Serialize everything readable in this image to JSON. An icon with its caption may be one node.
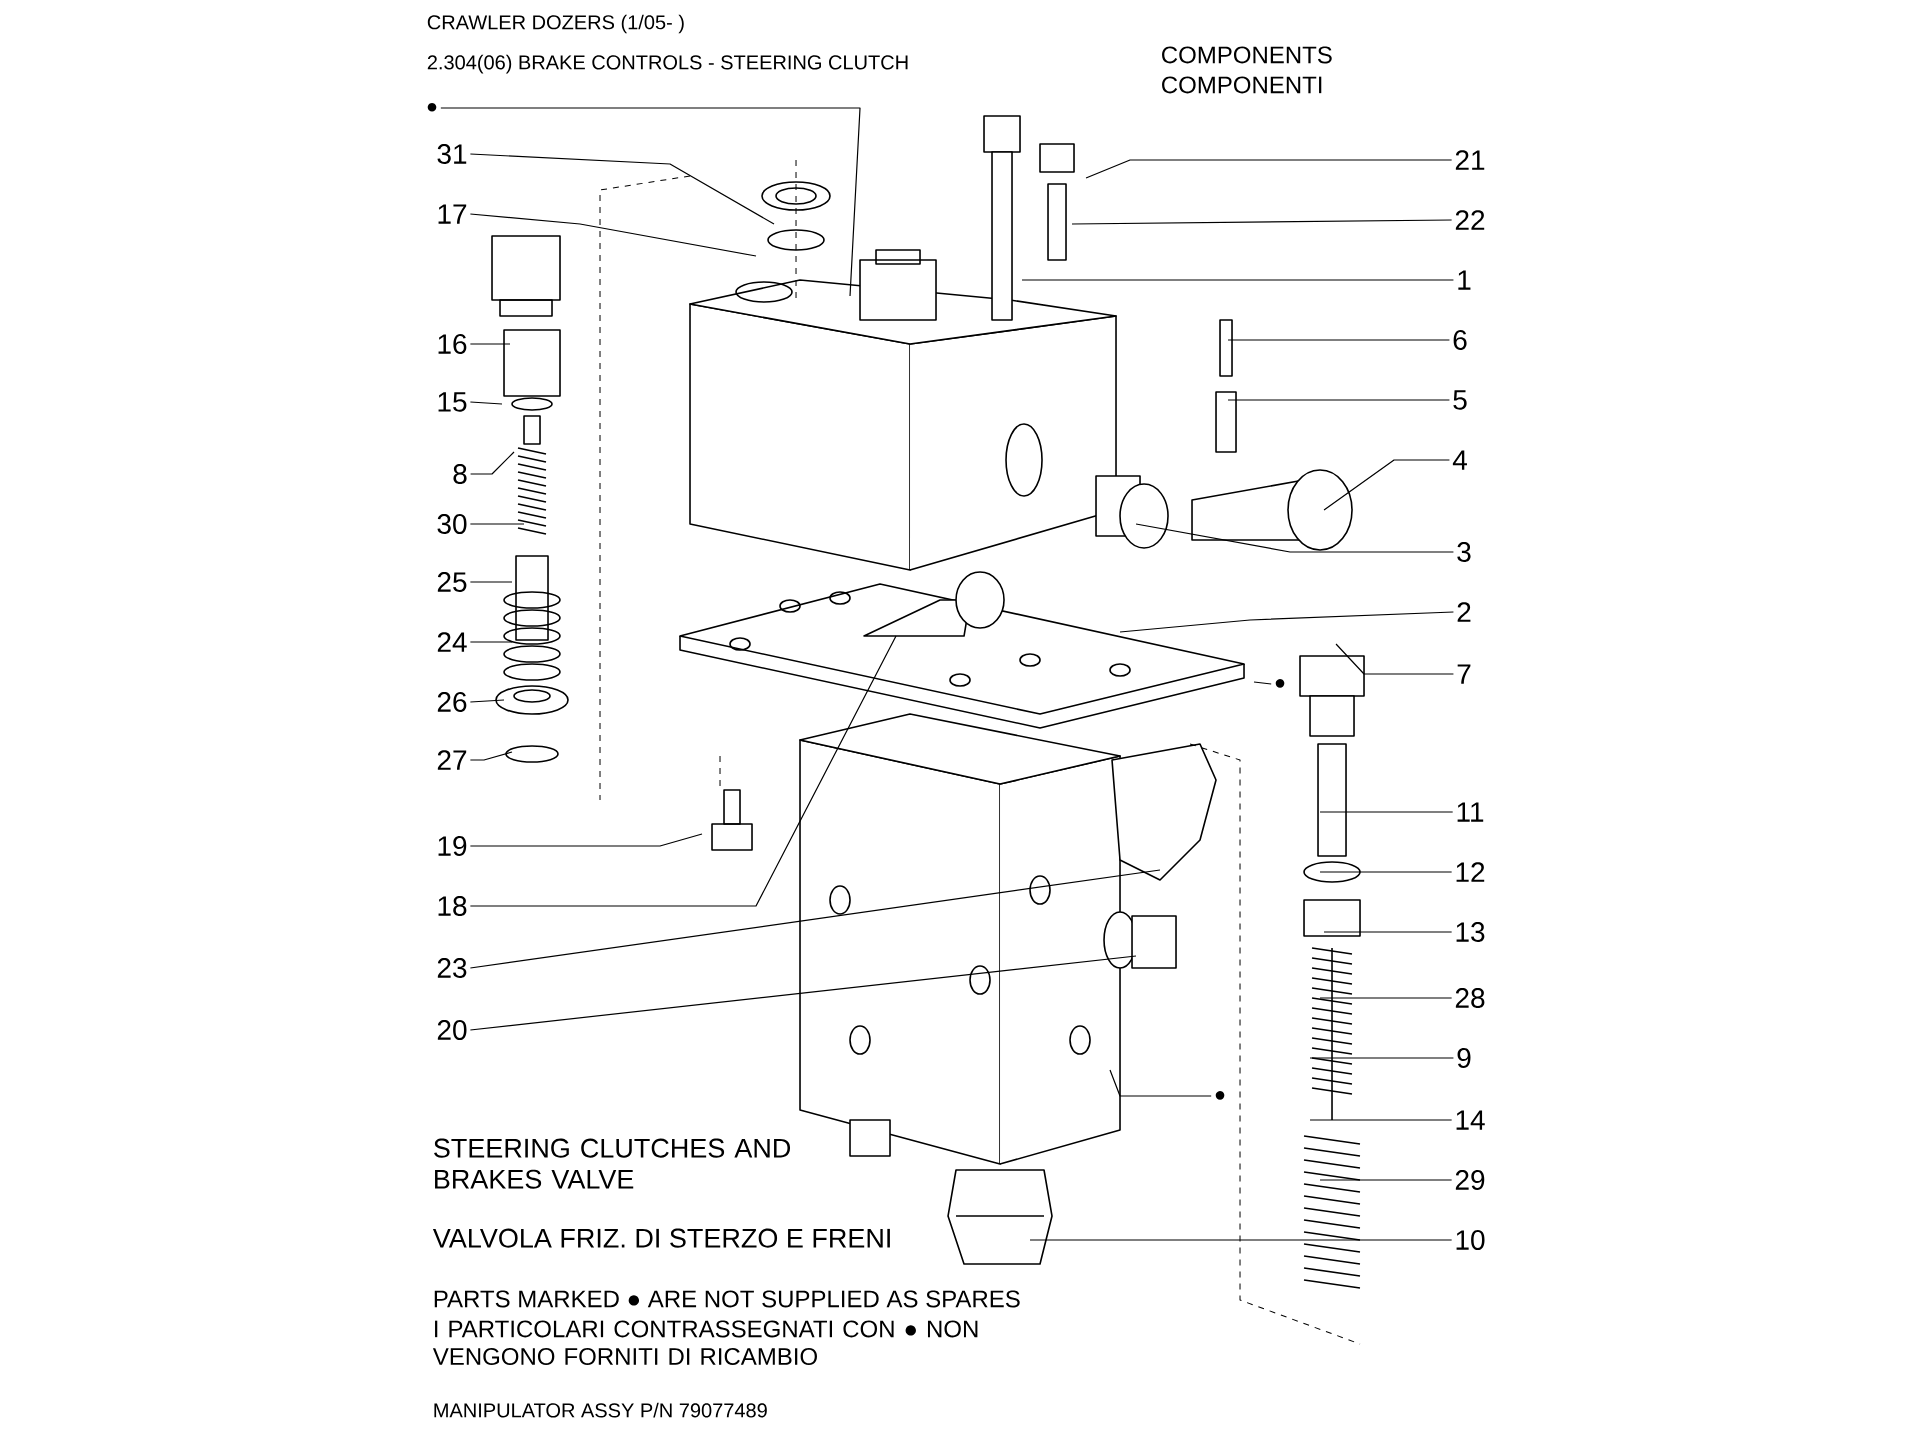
{
  "diagram": {
    "title": "CRAWLER DOZERS (1/05- )",
    "nodes": [
      {
        "text": [
          "●"
        ]
      },
      {
        "text": [
          "31"
        ]
      },
      {
        "text": [
          "17"
        ]
      },
      {
        "text": [
          "16"
        ]
      },
      {
        "text": [
          "15"
        ]
      },
      {
        "text": [
          "8"
        ]
      },
      {
        "text": [
          "30"
        ]
      },
      {
        "text": [
          "25"
        ]
      },
      {
        "text": [
          "24"
        ]
      },
      {
        "text": [
          "26"
        ]
      },
      {
        "text": [
          "27"
        ]
      },
      {
        "text": [
          "19"
        ]
      },
      {
        "text": [
          "18"
        ]
      },
      {
        "text": [
          "23"
        ]
      },
      {
        "text": [
          "20"
        ]
      },
      {
        "text": [
          "21"
        ]
      },
      {
        "text": [
          "22"
        ]
      },
      {
        "text": [
          "1"
        ]
      },
      {
        "text": [
          "6"
        ]
      },
      {
        "text": [
          "5"
        ]
      },
      {
        "text": [
          "4"
        ]
      },
      {
        "text": [
          "3"
        ]
      },
      {
        "text": [
          "2"
        ]
      },
      {
        "text": [
          "●"
        ]
      },
      {
        "text": [
          "7"
        ]
      },
      {
        "text": [
          "11"
        ]
      },
      {
        "text": [
          "12"
        ]
      },
      {
        "text": [
          "13"
        ]
      },
      {
        "text": [
          "28"
        ]
      },
      {
        "text": [
          "9"
        ]
      },
      {
        "text": [
          "●"
        ]
      },
      {
        "text": [
          "14"
        ]
      },
      {
        "text": [
          "29"
        ]
      },
      {
        "text": [
          "10"
        ]
      }
    ],
    "edges": [
      {
        "from": 0,
        "to": null,
        "arrow": "none"
      },
      {
        "from": 1,
        "to": null,
        "arrow": "none"
      },
      {
        "from": 2,
        "to": null,
        "arrow": "none"
      },
      {
        "from": 3,
        "to": null,
        "arrow": "none"
      },
      {
        "from": 4,
        "to": null,
        "arrow": "none"
      },
      {
        "from": 5,
        "to": null,
        "arrow": "none"
      },
      {
        "from": 6,
        "to": null,
        "arrow": "none"
      },
      {
        "from": 7,
        "to": null,
        "arrow": "none"
      },
      {
        "from": 8,
        "to": null,
        "arrow": "none"
      },
      {
        "from": 9,
        "to": null,
        "arrow": "none"
      },
      {
        "from": 10,
        "to": null,
        "arrow": "none"
      },
      {
        "from": 11,
        "to": null,
        "arrow": "none"
      },
      {
        "from": 12,
        "to": null,
        "arrow": "none"
      },
      {
        "from": 13,
        "to": null,
        "arrow": "none"
      },
      {
        "from": 14,
        "to": null,
        "arrow": "none"
      },
      {
        "from": 15,
        "to": null,
        "arrow": "none"
      },
      {
        "from": 16,
        "to": null,
        "arrow": "none"
      },
      {
        "from": 17,
        "to": null,
        "arrow": "none"
      },
      {
        "from": 18,
        "to": null,
        "arrow": "none"
      },
      {
        "from": 19,
        "to": null,
        "arrow": "none"
      },
      {
        "from": 20,
        "to": null,
        "arrow": "none"
      },
      {
        "from": 21,
        "to": null,
        "arrow": "none"
      },
      {
        "from": 22,
        "to": null,
        "arrow": "none"
      },
      {
        "from": 23,
        "to": null,
        "arrow": "none"
      },
      {
        "from": 24,
        "to": null,
        "arrow": "none"
      },
      {
        "from": 25,
        "to": null,
        "arrow": "none"
      },
      {
        "from": 26,
        "to": null,
        "arrow": "none"
      },
      {
        "from": 27,
        "to": null,
        "arrow": "none"
      },
      {
        "from": 28,
        "to": null,
        "arrow": "none"
      },
      {
        "from": 29,
        "to": null,
        "arrow": "none"
      },
      {
        "from": 30,
        "to": null,
        "arrow": "none"
      },
      {
        "from": 31,
        "to": null,
        "arrow": "none"
      },
      {
        "from": 32,
        "to": null,
        "arrow": "none"
      },
      {
        "from": 33,
        "to": null,
        "arrow": "none"
      }
    ],
    "labels": [
      "2.304(06) BRAKE CONTROLS - STEERING CLUTCH",
      "COMPONENTS",
      "COMPONENTI",
      "STEERING CLUTCHES AND BRAKES VALVE",
      "VALVOLA FRIZ. DI STERZO E FRENI",
      "PARTS MARKED ● ARE NOT SUPPLIED AS SPARES",
      "I PARTICOLARI CONTRASSEGNATI CON ● NON VENGONO FORNITI DI RICAMBIO",
      "MANIPULATOR ASSY P/N 79077489"
    ]
  }
}
